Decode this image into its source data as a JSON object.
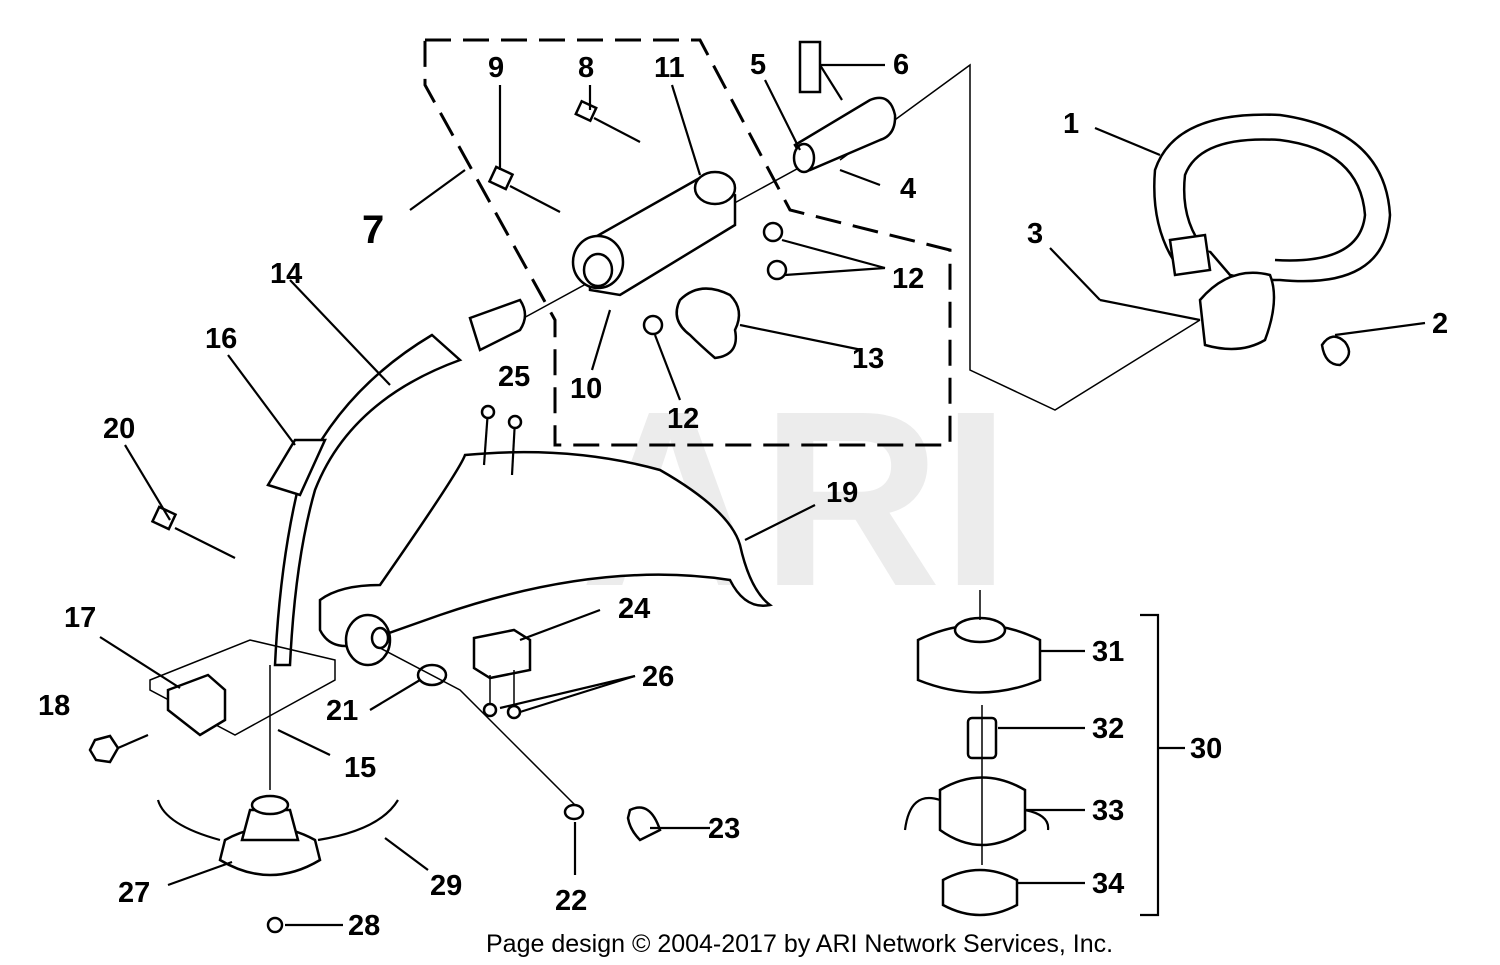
{
  "watermark": "ARI",
  "footer": "Page design © 2004-2017 by ARI Network Services, Inc.",
  "callouts": {
    "n1": "1",
    "n2": "2",
    "n3": "3",
    "n4": "4",
    "n5": "5",
    "n6": "6",
    "n7": "7",
    "n8": "8",
    "n9": "9",
    "n10": "10",
    "n11": "11",
    "n12a": "12",
    "n12b": "12",
    "n13": "13",
    "n14": "14",
    "n15": "15",
    "n16": "16",
    "n17": "17",
    "n18": "18",
    "n19": "19",
    "n20": "20",
    "n21": "21",
    "n22": "22",
    "n23": "23",
    "n24": "24",
    "n25": "25",
    "n26": "26",
    "n27": "27",
    "n28": "28",
    "n29": "29",
    "n30": "30",
    "n31": "31",
    "n32": "32",
    "n33": "33",
    "n34": "34"
  }
}
